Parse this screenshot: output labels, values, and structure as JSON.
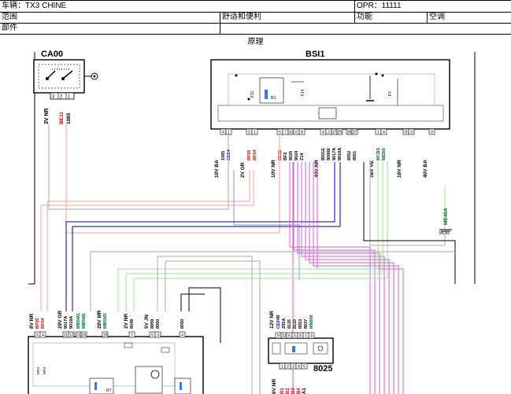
{
  "header": {
    "vehicle": "车辆：TX3 CHINE",
    "opr": "OPR：11111",
    "range_label": "范围",
    "range_value": "舒适和便利",
    "function_label": "功能",
    "function_value": "空调",
    "part_label": "部件",
    "section_title": "原理"
  },
  "components": {
    "ca00": {
      "name": "CA00",
      "pins": [
        "3",
        "2",
        "1"
      ],
      "wires": [
        {
          "label": "3V NR",
          "color": "#000000"
        },
        {
          "label": "BE11",
          "color": "#e00000"
        },
        {
          "label": "1065",
          "color": "#000000"
        }
      ]
    },
    "bsi1": {
      "name": "BSI1",
      "fuse_a": "F11",
      "fuse_b": "F14",
      "fuse_c": "F4",
      "relay": "R1"
    },
    "c8025": {
      "name": "8025",
      "pins": [
        "1",
        "2",
        "3",
        "4",
        "5"
      ],
      "bottom_label": "6V NR",
      "bottom_wires": [
        "B1",
        "B2",
        "B3",
        "B4",
        "A1"
      ]
    }
  },
  "bsi_connectors": [
    {
      "label": "10V BA",
      "pins": [
        "4",
        "1"
      ],
      "wires": [
        {
          "t": "1065",
          "c": "#000000"
        },
        {
          "t": "CE04",
          "c": "#0000c0"
        }
      ]
    },
    {
      "label": "2V GR",
      "pins": [
        "2",
        "1"
      ],
      "wires": [
        {
          "t": "BF05",
          "c": "#e00000"
        },
        {
          "t": "BF04",
          "c": "#e00000"
        }
      ]
    },
    {
      "label": "10V NR",
      "pins": [
        "5",
        "7",
        "10",
        "6",
        "8"
      ],
      "wires": [
        {
          "t": "BE11",
          "c": "#e00000"
        },
        {
          "t": "BF2",
          "c": "#000000"
        },
        {
          "t": "9025",
          "c": "#000000"
        },
        {
          "t": "9024",
          "c": "#000000"
        },
        {
          "t": "Z14",
          "c": "#000000"
        }
      ]
    },
    {
      "label": "40V NR",
      "pins": [
        "4",
        "2",
        "37",
        "29"
      ],
      "wires": [
        {
          "t": "9001E",
          "c": "#000000"
        },
        {
          "t": "9000E",
          "c": "#000000"
        },
        {
          "t": "9017A",
          "c": "#000000"
        },
        {
          "t": "9018A",
          "c": "#000000"
        }
      ]
    },
    {
      "label": "",
      "pins": [
        "28",
        "17"
      ],
      "wires": [
        {
          "t": "8052",
          "c": "#000000"
        },
        {
          "t": "8051",
          "c": "#000000"
        }
      ]
    },
    {
      "label": "16V VE",
      "pins": [
        "1",
        "4"
      ],
      "wires": [
        {
          "t": "MCBS",
          "c": "#006633"
        },
        {
          "t": "MEBS",
          "c": "#006633"
        }
      ]
    },
    {
      "label": "16V NR",
      "pins": [
        "8",
        "3"
      ],
      "wires": []
    },
    {
      "label": "40V BA",
      "pins": [
        "3"
      ],
      "wires": []
    }
  ],
  "ground": {
    "wire": "ME40A",
    "label": "MC40"
  },
  "bottom_left": {
    "conn_8v": {
      "label": "8V NR",
      "pins": [
        "5",
        "4"
      ],
      "wires": [
        {
          "t": "BF05",
          "c": "#e00000"
        },
        {
          "t": "BF04",
          "c": "#e00000"
        }
      ]
    },
    "conn_28v_gr": {
      "label": "28V GR",
      "pins": [
        "11",
        "12"
      ],
      "wires": [
        {
          "t": "9017A",
          "c": "#000000"
        },
        {
          "t": "9018A",
          "c": "#000000"
        }
      ]
    },
    "conn_28v_gr2": {
      "label": "",
      "pins": [
        "23",
        "26"
      ],
      "wires": [
        {
          "t": "MBSM1",
          "c": "#006633"
        },
        {
          "t": "MBSM2",
          "c": "#006633"
        }
      ]
    },
    "conn_28v_mr": {
      "label": "28V MR",
      "pins": [
        "19"
      ],
      "wires": [
        {
          "t": "MBSM3",
          "c": "#006633"
        }
      ]
    },
    "conn_2v_nr": {
      "label": "2V NR",
      "pins": [
        "1"
      ],
      "wires": [
        {
          "t": "8049",
          "c": "#000000"
        }
      ]
    },
    "conn_5v_jn": {
      "label": "5V JN",
      "pins": [
        "5",
        "3"
      ],
      "wires": [
        {
          "t": "8059",
          "c": "#000000"
        },
        {
          "t": "8060",
          "c": "#000000"
        }
      ]
    },
    "conn_4": {
      "label": "",
      "pins": [
        "4"
      ],
      "wires": [
        {
          "t": "8050",
          "c": "#000000"
        }
      ]
    },
    "mp_labels": [
      "MP3",
      "MP4"
    ],
    "relay": "R7"
  },
  "conn_12v": {
    "label": "12V NR",
    "pins": [
      "9",
      "10",
      "6",
      "5",
      "8",
      "1",
      "4"
    ],
    "wires": [
      {
        "t": "CE04B",
        "c": "#0000c0"
      },
      {
        "t": "Z65A",
        "c": "#000000"
      },
      {
        "t": "8116",
        "c": "#000000"
      },
      {
        "t": "8110",
        "c": "#000000"
      },
      {
        "t": "8053",
        "c": "#000000"
      },
      {
        "t": "8037",
        "c": "#000000"
      },
      {
        "t": "MN000",
        "c": "#006633"
      }
    ]
  }
}
